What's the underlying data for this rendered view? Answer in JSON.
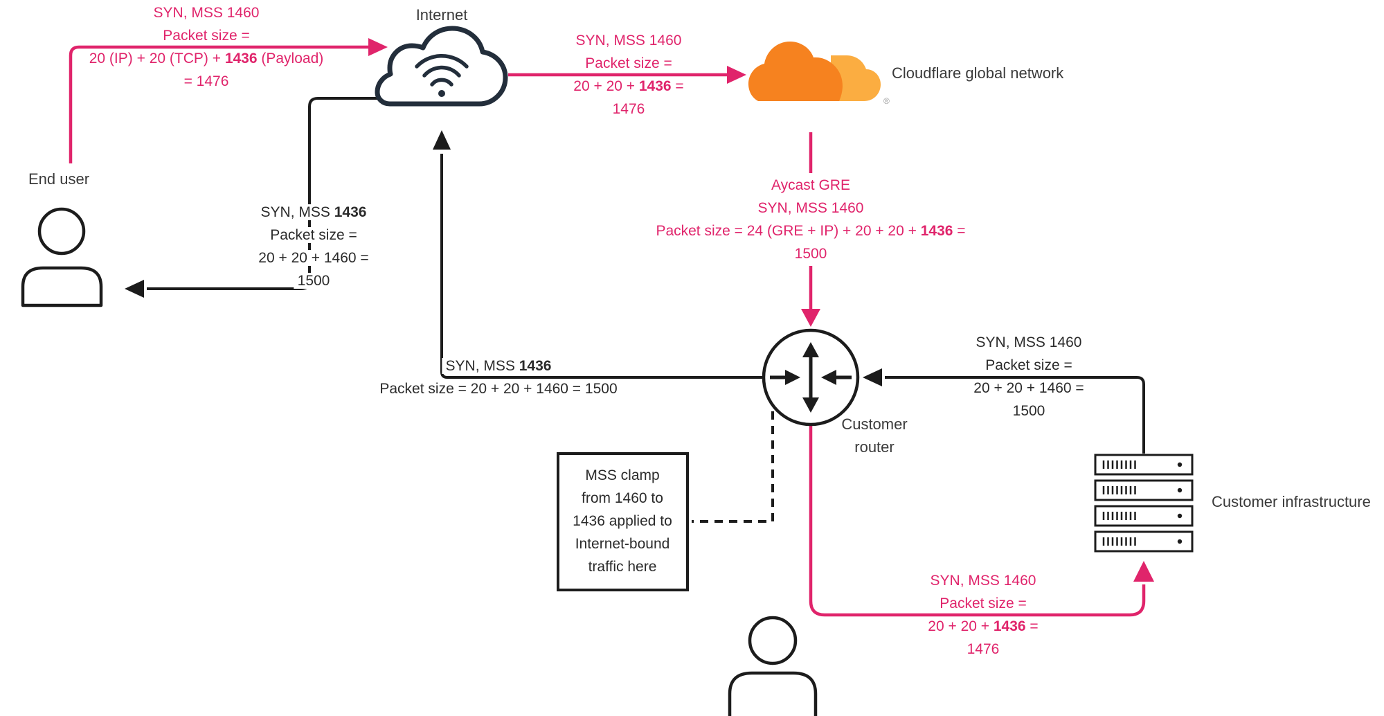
{
  "colors": {
    "pink": "#E0246B",
    "dark_line": "#1C1C1C",
    "ink": "#2B2B2B",
    "label": "#3A3A3A",
    "navy": "#232E3B",
    "cf_orange": "#F6821F",
    "cf_light": "#FBAD41"
  },
  "labels": {
    "internet": "Internet",
    "cloudflare": "Cloudflare global network",
    "registered": "®",
    "end_user": "End user",
    "customer_router_line1": "Customer",
    "customer_router_line2": "router",
    "customer_infrastructure": "Customer infrastructure"
  },
  "annotations": {
    "user_to_internet": {
      "color": "pink",
      "rows": [
        [
          {
            "t": "SYN, MSS 1460"
          }
        ],
        [
          {
            "t": "Packet size ="
          }
        ],
        [
          {
            "t": "20 (IP) + 20 (TCP) + "
          },
          {
            "t": "1436",
            "b": true
          },
          {
            "t": " (Payload)"
          }
        ],
        [
          {
            "t": "= 1476"
          }
        ]
      ]
    },
    "internet_to_cloudflare": {
      "color": "pink",
      "rows": [
        [
          {
            "t": "SYN, MSS 1460"
          }
        ],
        [
          {
            "t": "Packet size ="
          }
        ],
        [
          {
            "t": "20 + 20 + "
          },
          {
            "t": "1436",
            "b": true
          },
          {
            "t": " ="
          }
        ],
        [
          {
            "t": "1476"
          }
        ]
      ]
    },
    "cloudflare_to_router": {
      "color": "pink",
      "rows": [
        [
          {
            "t": "Aycast GRE"
          }
        ],
        [
          {
            "t": "SYN, MSS 1460"
          }
        ],
        [
          {
            "t": "Packet size = 24 (GRE + IP) + 20 + 20 + "
          },
          {
            "t": "1436",
            "b": true
          },
          {
            "t": " ="
          }
        ],
        [
          {
            "t": "1500"
          }
        ]
      ]
    },
    "internet_to_user": {
      "color": "dark",
      "rows": [
        [
          {
            "t": "SYN, MSS "
          },
          {
            "t": "1436",
            "b": true
          }
        ],
        [
          {
            "t": "Packet size ="
          }
        ],
        [
          {
            "t": "20 + 20 + 1460 ="
          }
        ],
        [
          {
            "t": "1500"
          }
        ]
      ]
    },
    "router_to_internet": {
      "color": "dark",
      "rows": [
        [
          {
            "t": "SYN, MSS "
          },
          {
            "t": "1436",
            "b": true
          }
        ],
        [
          {
            "t": "Packet size = 20 + 20 + 1460 = 1500"
          }
        ]
      ]
    },
    "infra_to_router": {
      "color": "dark",
      "rows": [
        [
          {
            "t": "SYN, MSS 1460"
          }
        ],
        [
          {
            "t": "Packet size ="
          }
        ],
        [
          {
            "t": "20 + 20 + 1460 ="
          }
        ],
        [
          {
            "t": "1500"
          }
        ]
      ]
    },
    "router_to_infra": {
      "color": "pink",
      "rows": [
        [
          {
            "t": "SYN, MSS 1460"
          }
        ],
        [
          {
            "t": "Packet size ="
          }
        ],
        [
          {
            "t": "20 + 20 + "
          },
          {
            "t": "1436",
            "b": true
          },
          {
            "t": " ="
          }
        ],
        [
          {
            "t": "1476"
          }
        ]
      ]
    },
    "mss_clamp": {
      "color": "dark",
      "rows": [
        [
          {
            "t": "MSS clamp"
          }
        ],
        [
          {
            "t": "from 1460 to"
          }
        ],
        [
          {
            "t": "1436 applied to"
          }
        ],
        [
          {
            "t": "Internet-bound"
          }
        ],
        [
          {
            "t": "traffic here"
          }
        ]
      ]
    }
  }
}
